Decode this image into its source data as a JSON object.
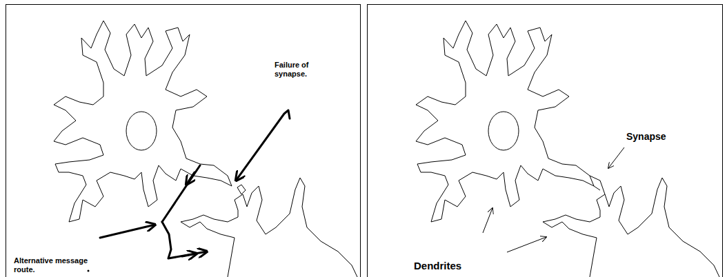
{
  "diagram": {
    "labels": [
      "Failure of synapse.",
      "Alternative message route.",
      "Synapse",
      "Dendrites"
    ]
  }
}
